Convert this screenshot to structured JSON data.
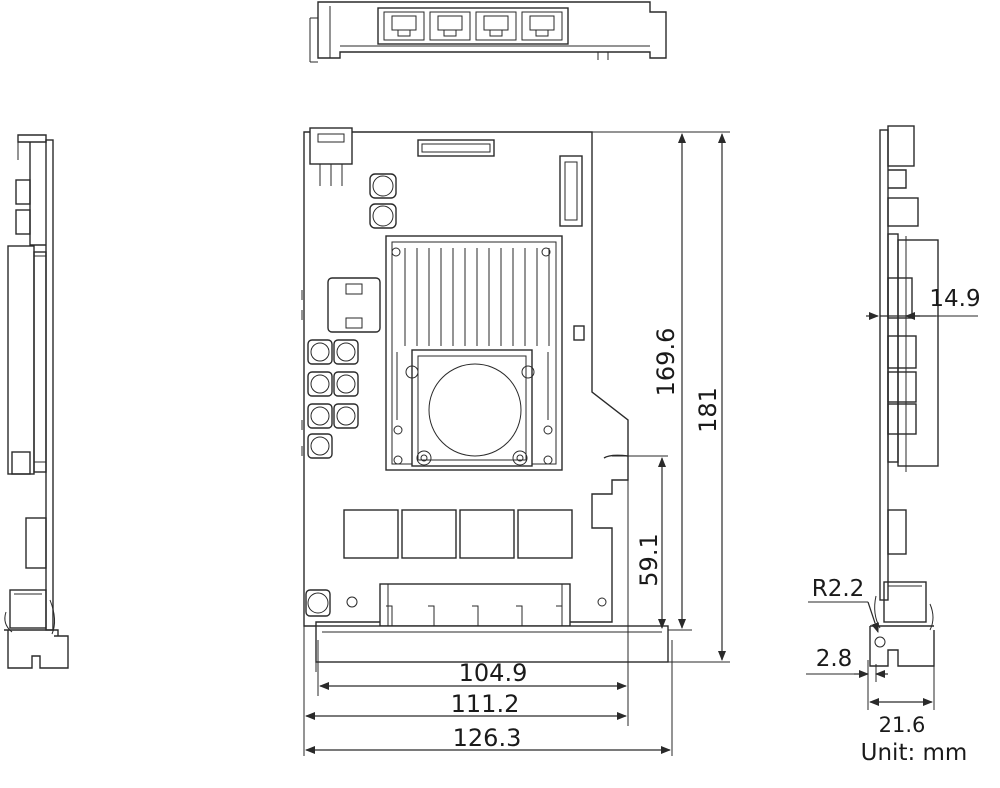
{
  "dimensions": {
    "width_large": "126.3",
    "width_medium": "111.2",
    "width_small": "104.9",
    "height_total": "181",
    "height_board": "169.6",
    "height_slot": "59.1",
    "side_thickness": "14.9",
    "radius": "R2.2",
    "tab_width": "2.8",
    "side_total": "21.6"
  },
  "unit_label": "Unit: mm"
}
